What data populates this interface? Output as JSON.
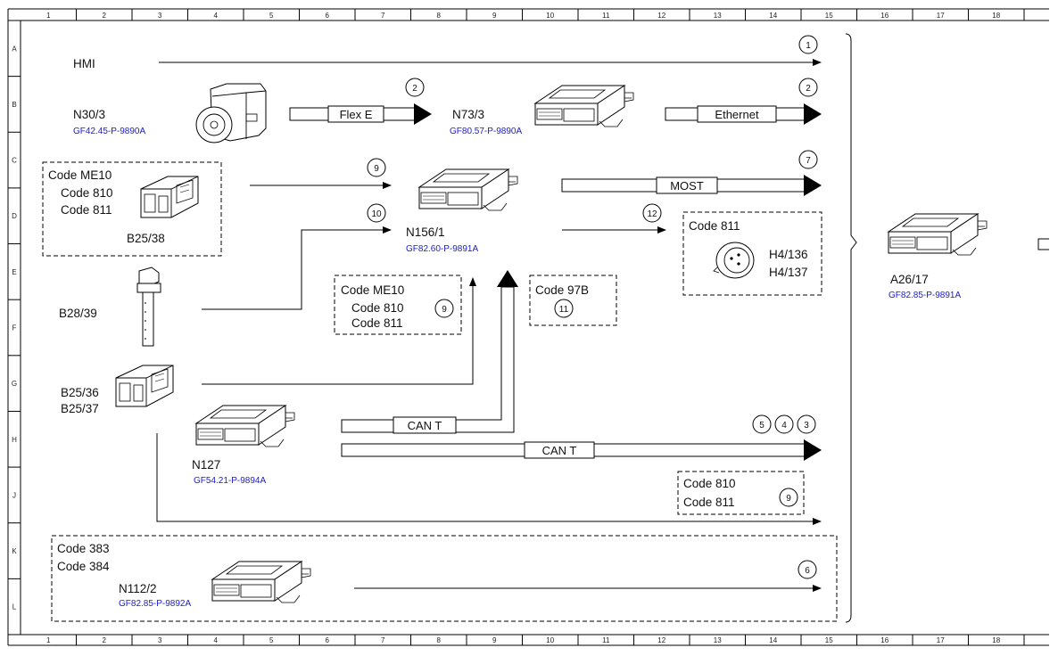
{
  "grid": {
    "columns": [
      "1",
      "2",
      "3",
      "4",
      "5",
      "6",
      "7",
      "8",
      "9",
      "10",
      "11",
      "12",
      "13",
      "14",
      "15",
      "16",
      "17",
      "18"
    ],
    "rows": [
      "A",
      "B",
      "C",
      "D",
      "E",
      "F",
      "G",
      "H",
      "J",
      "K",
      "L"
    ]
  },
  "labels": {
    "hmi": "HMI",
    "n30_3": "N30/3",
    "n30_3_ref": "GF42.45-P-9890A",
    "flex_e": "Flex E",
    "n73_3": "N73/3",
    "n73_3_ref": "GF80.57-P-9890A",
    "ethernet": "Ethernet",
    "most": "MOST",
    "n156_1": "N156/1",
    "n156_1_ref": "GF82.60-P-9891A",
    "b25_38": "B25/38",
    "b28_39": "B28/39",
    "b25_36": "B25/36",
    "b25_37": "B25/37",
    "n127": "N127",
    "n127_ref": "GF54.21-P-9894A",
    "can_t_1": "CAN T",
    "can_t_2": "CAN T",
    "h4_136": "H4/136",
    "h4_137": "H4/137",
    "a26_17": "A26/17",
    "a26_17_ref": "GF82.85-P-9891A",
    "n112_2": "N112/2",
    "n112_2_ref": "GF82.85-P-9892A"
  },
  "code_boxes": {
    "box_left": [
      "Code ME10",
      "Code 810",
      "Code 811"
    ],
    "box_mid": [
      "Code ME10",
      "Code 810",
      "Code 811"
    ],
    "box_97b": [
      "Code 97B"
    ],
    "box_811": [
      "Code 811"
    ],
    "box_810_811": [
      "Code 810",
      "Code 811"
    ],
    "box_bottom": [
      "Code 383",
      "Code 384"
    ]
  },
  "callouts": {
    "c1": "1",
    "c2a": "2",
    "c2b": "2",
    "c7": "7",
    "c9a": "9",
    "c10": "10",
    "c12": "12",
    "c9b": "9",
    "c11": "11",
    "c5": "5",
    "c4": "4",
    "c3": "3",
    "c9c": "9",
    "c6": "6"
  }
}
